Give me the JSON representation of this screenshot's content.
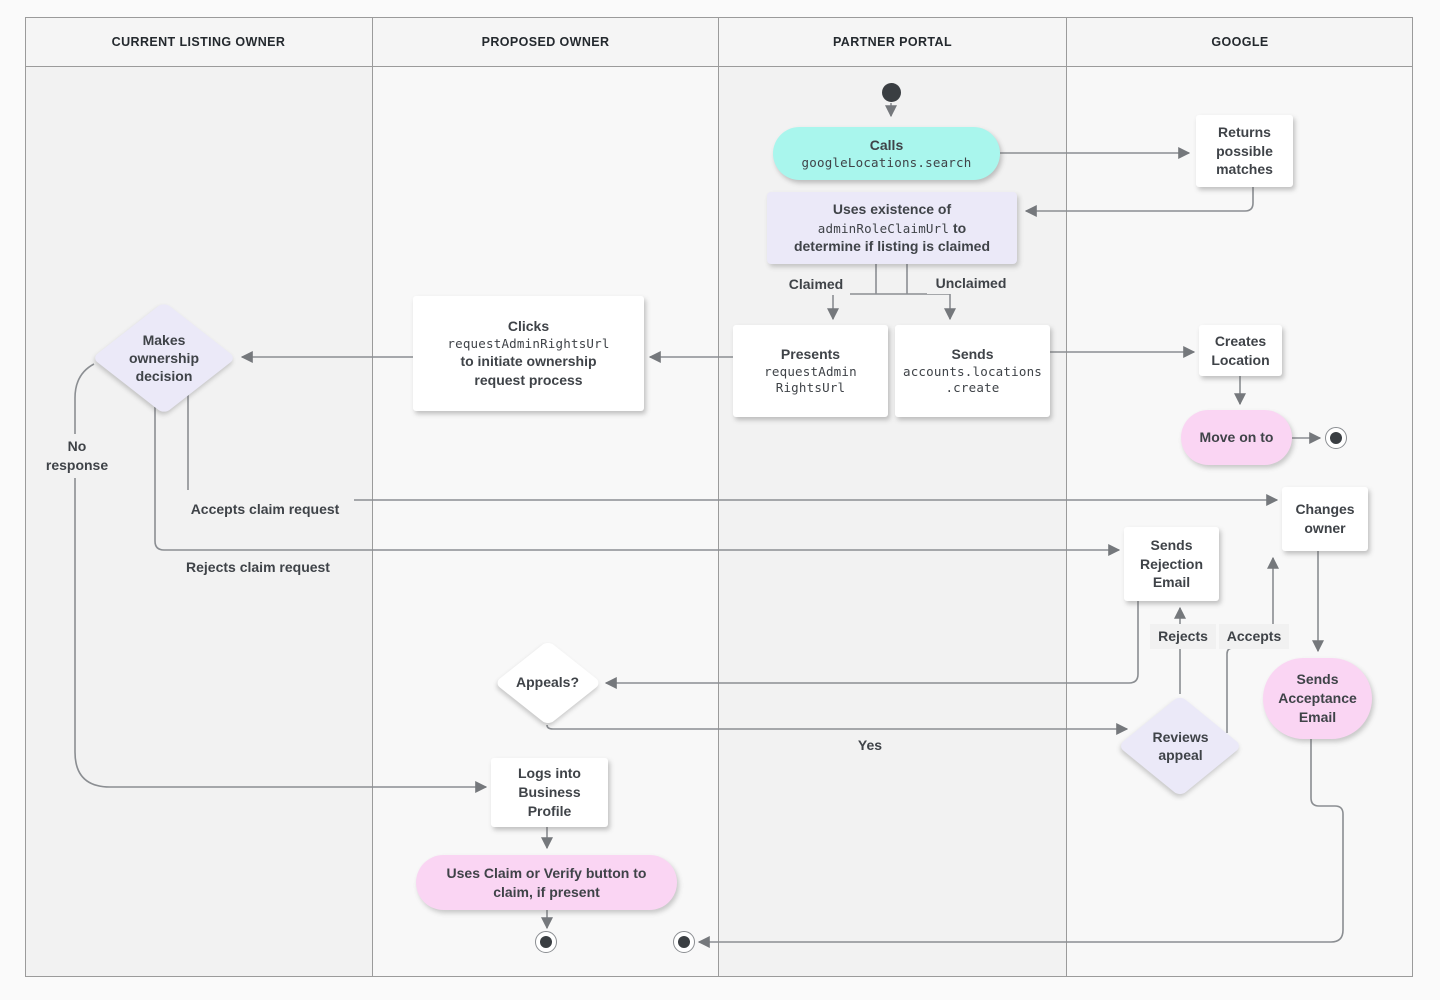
{
  "lanes": [
    "CURRENT LISTING OWNER",
    "PROPOSED OWNER",
    "PARTNER PORTAL",
    "GOOGLE"
  ],
  "nodes": {
    "calls": {
      "title": "Calls",
      "code": "googleLocations.search"
    },
    "returns": {
      "label": "Returns possible matches"
    },
    "uses_existence": {
      "t1": "Uses existence of",
      "code": "adminRoleClaimUrl",
      "t2": "to",
      "t3": "determine if listing is claimed"
    },
    "presents": {
      "title": "Presents",
      "code_lines": [
        "requestAdmin",
        "RightsUrl"
      ]
    },
    "sends_create": {
      "title": "Sends",
      "code_lines": [
        "accounts.locations",
        ".create"
      ]
    },
    "creates_location": {
      "label": "Creates Location"
    },
    "move_on_to": {
      "label": "Move on to"
    },
    "changes_owner": {
      "label": "Changes owner"
    },
    "sends_rejection": {
      "label": "Sends Rejection Email"
    },
    "sends_acceptance": {
      "label": "Sends Acceptance Email"
    },
    "reviews_appeal": {
      "label": "Reviews appeal"
    },
    "clicks": {
      "title": "Clicks",
      "code": "requestAdminRightsUrl",
      "t2": "to initiate ownership request process"
    },
    "makes_decision": {
      "label": "Makes ownership decision"
    },
    "appeals": {
      "label": "Appeals?"
    },
    "logs_into": {
      "label": "Logs into Business Profile"
    },
    "uses_claim": {
      "label": "Uses Claim or Verify button to claim, if present"
    }
  },
  "edge_labels": {
    "claimed": "Claimed",
    "unclaimed": "Unclaimed",
    "no_response": "No response",
    "accepts_claim": "Accepts claim request",
    "rejects_claim": "Rejects claim request",
    "rejects": "Rejects",
    "accepts": "Accepts",
    "yes": "Yes"
  },
  "colors": {
    "teal": "#a9f6ed",
    "lavender": "#ebe9f8",
    "pink": "#fad5f3",
    "line": "#8b8e92",
    "text": "#3f4348"
  }
}
